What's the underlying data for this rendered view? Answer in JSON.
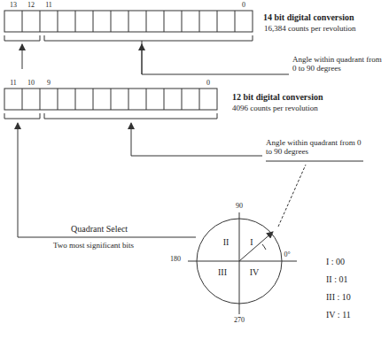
{
  "diagram": {
    "labels": [
      "13",
      "12",
      "11",
      "0",
      "14 bit digital conversion",
      "16,384 counts per revolution",
      "Angle within quadrant from 0 to 90 degrees",
      "11",
      "10",
      "9",
      "0",
      "12 bit digital conversion",
      "4096 counts per revolution",
      "Angle within quadrant from 0 to 90 degrees",
      "Quadrant Select",
      "Two most significant bits",
      "90",
      "180",
      "270",
      "0°",
      "I",
      "II",
      "III",
      "IV",
      "I : 00",
      "II : 01",
      "III : 10",
      "IV : 11"
    ]
  }
}
